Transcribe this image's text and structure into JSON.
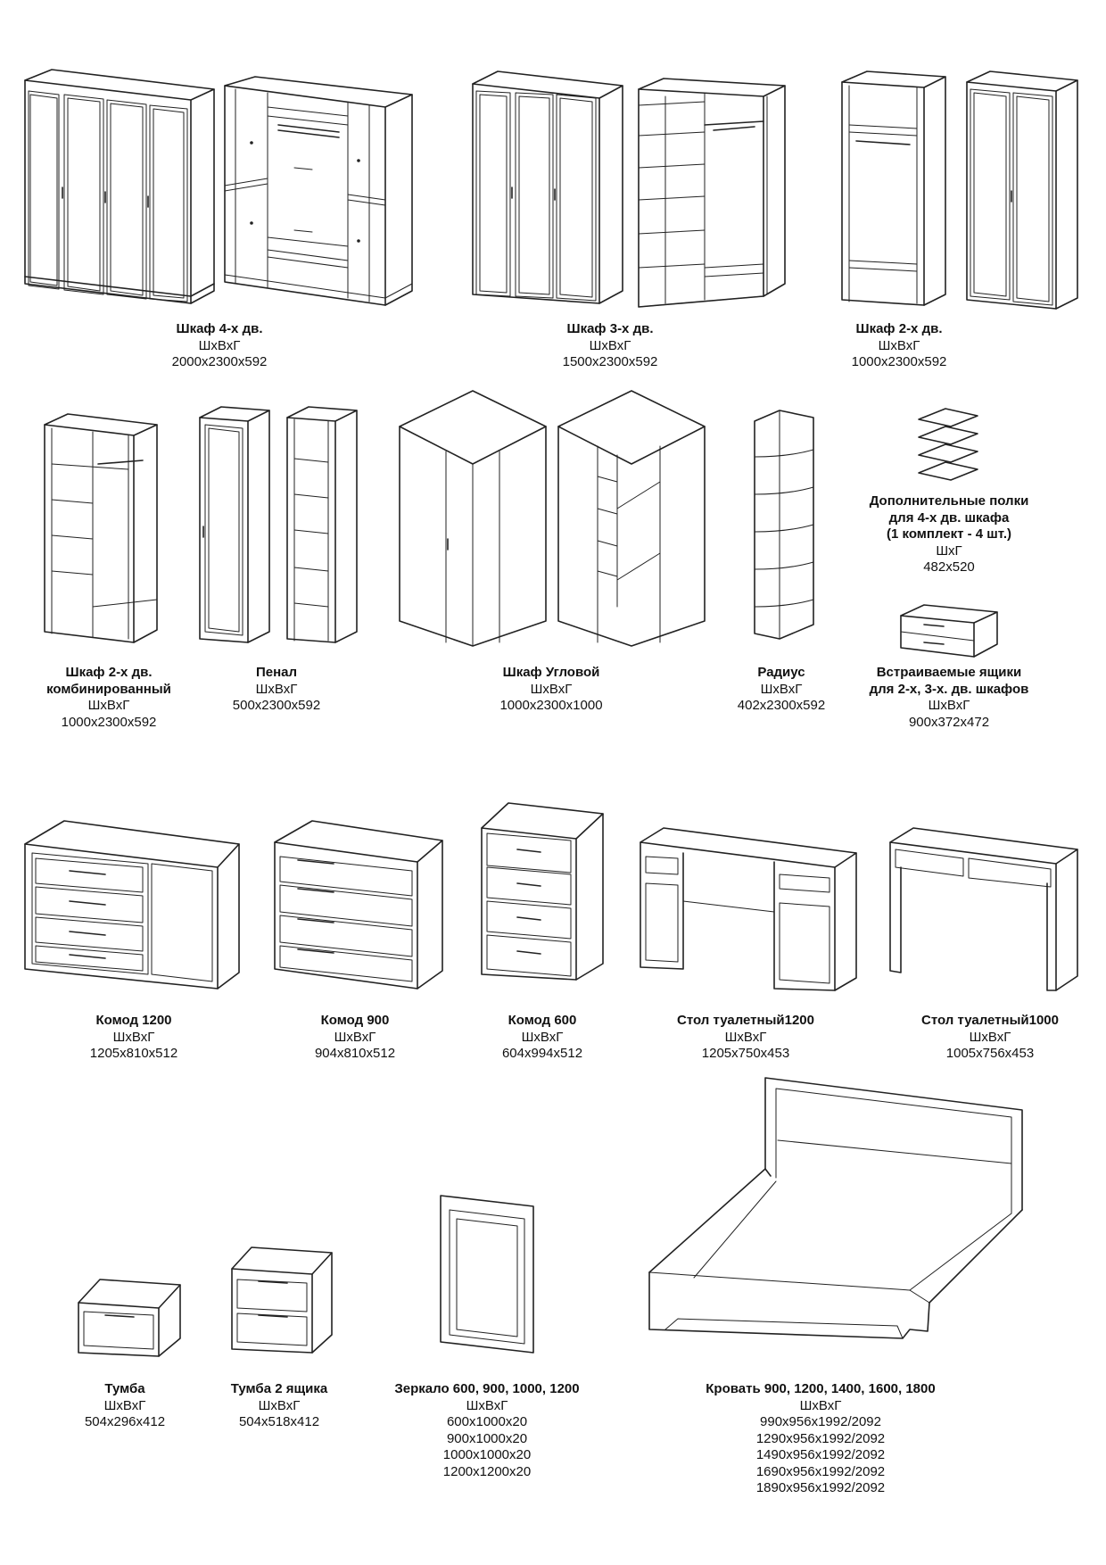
{
  "items": [
    {
      "title": "Шкаф 4-х дв.",
      "unit": "ШхВхГ",
      "dims": [
        "2000х2300х592"
      ]
    },
    {
      "title": "Шкаф 3-х дв.",
      "unit": "ШхВхГ",
      "dims": [
        "1500х2300х592"
      ]
    },
    {
      "title": "Шкаф 2-х дв.",
      "unit": "ШхВхГ",
      "dims": [
        "1000х2300х592"
      ]
    },
    {
      "title": "Дополнительные полки для 4-х дв. шкафа (1 комплект - 4 шт.)",
      "title_lines": [
        "Дополнительные полки",
        "для 4-х дв. шкафа",
        "(1 комплект - 4 шт.)"
      ],
      "unit": "ШхГ",
      "dims": [
        "482х520"
      ]
    },
    {
      "title_lines": [
        "Шкаф 2-х дв.",
        "комбинированный"
      ],
      "unit": "ШхВхГ",
      "dims": [
        "1000х2300х592"
      ]
    },
    {
      "title": "Пенал",
      "unit": "ШхВхГ",
      "dims": [
        "500х2300х592"
      ]
    },
    {
      "title": "Шкаф Угловой",
      "unit": "ШхВхГ",
      "dims": [
        "1000х2300х1000"
      ]
    },
    {
      "title": "Радиус",
      "unit": "ШхВхГ",
      "dims": [
        "402х2300х592"
      ]
    },
    {
      "title_lines": [
        "Встраиваемые ящики",
        "для 2-х, 3-х. дв. шкафов"
      ],
      "unit": "ШхВхГ",
      "dims": [
        "900х372х472"
      ]
    },
    {
      "title": "Комод 1200",
      "unit": "ШхВхГ",
      "dims": [
        "1205х810х512"
      ]
    },
    {
      "title": "Комод 900",
      "unit": "ШхВхГ",
      "dims": [
        "904х810х512"
      ]
    },
    {
      "title": "Комод 600",
      "unit": "ШхВхГ",
      "dims": [
        "604х994х512"
      ]
    },
    {
      "title": "Стол туалетный1200",
      "unit": "ШхВхГ",
      "dims": [
        "1205х750х453"
      ]
    },
    {
      "title": "Стол туалетный1000",
      "unit": "ШхВхГ",
      "dims": [
        "1005х756х453"
      ]
    },
    {
      "title": "Тумба",
      "unit": "ШхВхГ",
      "dims": [
        "504х296х412"
      ]
    },
    {
      "title": "Тумба 2 ящика",
      "unit": "ШхВхГ",
      "dims": [
        "504х518х412"
      ]
    },
    {
      "title": "Зеркало 600, 900, 1000, 1200",
      "unit": "ШхВхГ",
      "dims": [
        "600х1000х20",
        "900х1000х20",
        "1000х1000х20",
        "1200х1200х20"
      ]
    },
    {
      "title": "Кровать 900, 1200, 1400, 1600, 1800",
      "unit": "ШхВхГ",
      "dims": [
        "990х956х1992/2092",
        "1290х956х1992/2092",
        "1490х956х1992/2092",
        "1690х956х1992/2092",
        "1890х956х1992/2092"
      ]
    }
  ]
}
